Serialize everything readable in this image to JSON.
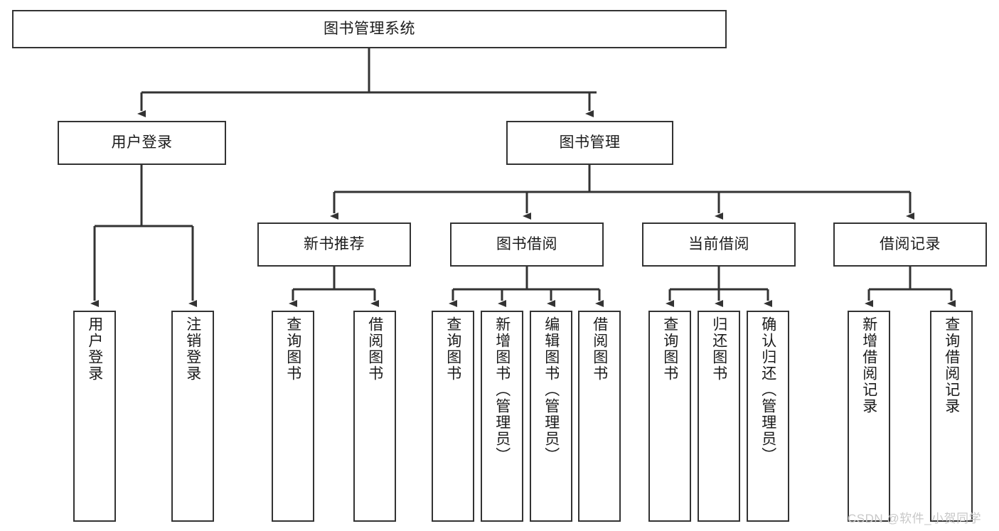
{
  "diagram": {
    "type": "tree-hierarchy-diagram",
    "title": "图书管理系统",
    "colors": {
      "box_border": "#333333",
      "box_fill": "#ffffff",
      "connector": "#333333",
      "text": "#1b1b1b",
      "watermark": "#c8c8c8",
      "background": "#ffffff"
    },
    "nodes": {
      "root": {
        "label": "图书管理系统"
      },
      "level2": [
        {
          "id": "user-login",
          "label": "用户登录"
        },
        {
          "id": "book-management",
          "label": "图书管理"
        }
      ],
      "level3": [
        {
          "id": "new-book-recommend",
          "label": "新书推荐"
        },
        {
          "id": "book-borrow",
          "label": "图书借阅"
        },
        {
          "id": "current-borrow",
          "label": "当前借阅"
        },
        {
          "id": "borrow-record",
          "label": "借阅记录"
        }
      ],
      "leaves": {
        "user-login": [
          {
            "id": "leaf-user-login",
            "label": "用户登录"
          },
          {
            "id": "leaf-user-logout",
            "label": "注销登录"
          }
        ],
        "new-book-recommend": [
          {
            "id": "leaf-query-book-1",
            "label": "查询图书"
          },
          {
            "id": "leaf-borrow-book-1",
            "label": "借阅图书"
          }
        ],
        "book-borrow": [
          {
            "id": "leaf-query-book-2",
            "label": "查询图书"
          },
          {
            "id": "leaf-add-book",
            "label": "新增图书（管理员）"
          },
          {
            "id": "leaf-edit-book",
            "label": "编辑图书（管理员）"
          },
          {
            "id": "leaf-borrow-book-2",
            "label": "借阅图书"
          }
        ],
        "current-borrow": [
          {
            "id": "leaf-query-book-3",
            "label": "查询图书"
          },
          {
            "id": "leaf-return-book",
            "label": "归还图书"
          },
          {
            "id": "leaf-confirm-return",
            "label": "确认归还（管理员）"
          }
        ],
        "borrow-record": [
          {
            "id": "leaf-add-record",
            "label": "新增借阅记录"
          },
          {
            "id": "leaf-query-record",
            "label": "查询借阅记录"
          }
        ]
      }
    },
    "watermark": "CSDN @软件_小贺同学"
  }
}
